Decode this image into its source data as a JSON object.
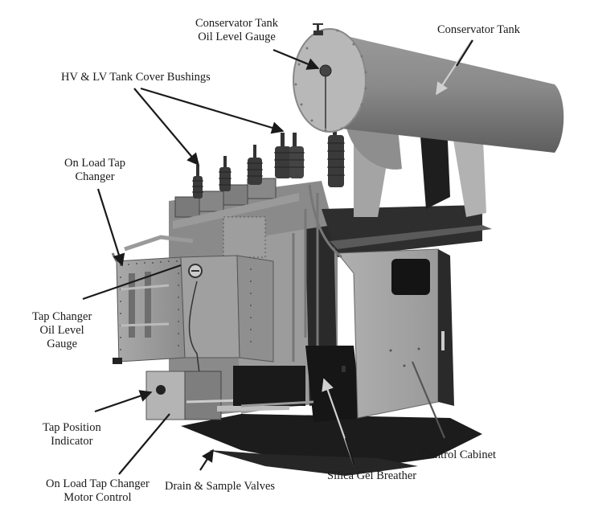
{
  "diagram": {
    "subject": "Power transformer with on-load tap changer",
    "labels": [
      {
        "id": "conservator-gauge",
        "lines": [
          "Conservator Tank",
          "Oil Level Gauge"
        ]
      },
      {
        "id": "conservator-tank",
        "lines": [
          "Conservator Tank"
        ]
      },
      {
        "id": "bushings",
        "lines": [
          "HV & LV Tank Cover Bushings"
        ]
      },
      {
        "id": "oltc",
        "lines": [
          "On Load Tap",
          "Changer"
        ]
      },
      {
        "id": "tc-oil-gauge",
        "lines": [
          "Tap Changer",
          "Oil Level",
          "Gauge"
        ]
      },
      {
        "id": "tap-position",
        "lines": [
          "Tap Position",
          "Indicator"
        ]
      },
      {
        "id": "oltc-motor",
        "lines": [
          "On Load Tap Changer",
          "Motor Control"
        ]
      },
      {
        "id": "drain-valves",
        "lines": [
          "Drain & Sample Valves"
        ]
      },
      {
        "id": "silica-gel",
        "lines": [
          "Silica Gel Breather"
        ]
      },
      {
        "id": "control-cabinet",
        "lines": [
          "Control Cabinet"
        ]
      }
    ],
    "colors": {
      "background": "#ffffff",
      "text": "#1a1a1a",
      "arrow": "#1a1a1a",
      "metal_light": "#b8b8b8",
      "metal_mid": "#8e8e8e",
      "metal_dark": "#5a5a5a",
      "shadow": "#1c1c1c"
    }
  }
}
